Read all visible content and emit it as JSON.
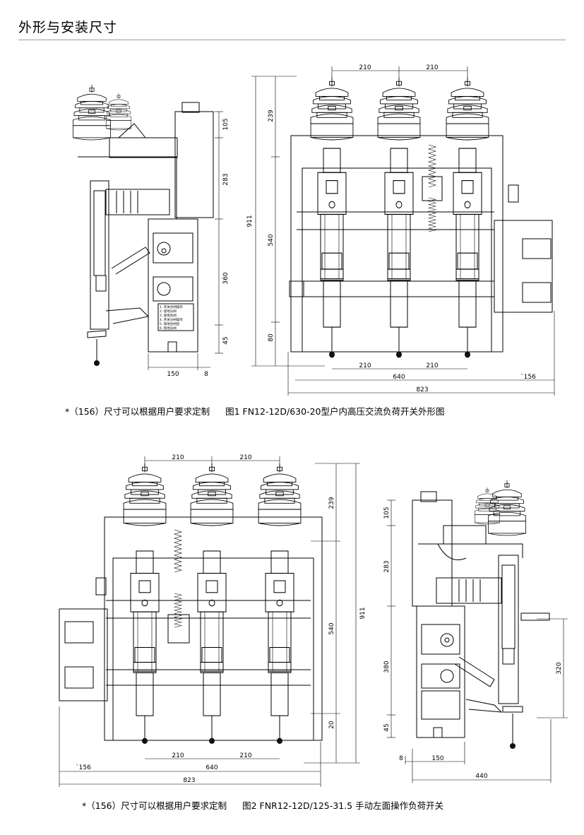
{
  "page": {
    "title": "外形与安装尺寸"
  },
  "figure1": {
    "caption_note": "*（156）尺寸可以根据用户要求定制",
    "caption_title": "图1 FN12-12D/630-20型户内高压交流负荷开关外形图",
    "side": {
      "d1": "105",
      "d2": "283",
      "d3": "360",
      "d4": "45",
      "w": "150",
      "w2": "8"
    },
    "front": {
      "top_left": "210",
      "top_right": "210",
      "h_overall": "911",
      "h_top": "239",
      "h_mid": "540",
      "h_bot": "80",
      "b1": "210",
      "b2": "210",
      "b3": "640",
      "b4": "`156",
      "b5": "823"
    },
    "plate_labels": [
      "1. 开关合闸操作",
      "2. 接地分闸",
      "3. 接地合闸",
      "4. 开关分闸操作",
      "5. 接地合闸后",
      "6. 接地分闸"
    ]
  },
  "figure2": {
    "caption_note": "*（156）尺寸可以根据用户要求定制",
    "caption_title": "图2 FNR12-12D/125-31.5 手动左面操作负荷开关",
    "front": {
      "top_left": "210",
      "top_right": "210",
      "h_overall": "911",
      "h_top": "239",
      "h_mid": "540",
      "h_bot": "20",
      "b1": "210",
      "b2": "210",
      "b3": "640",
      "b4": "`156",
      "b5": "823"
    },
    "side": {
      "d1": "105",
      "d2": "283",
      "d3": "380",
      "d4": "45",
      "d5": "320",
      "w": "150",
      "w2": "8",
      "w3": "440"
    }
  }
}
